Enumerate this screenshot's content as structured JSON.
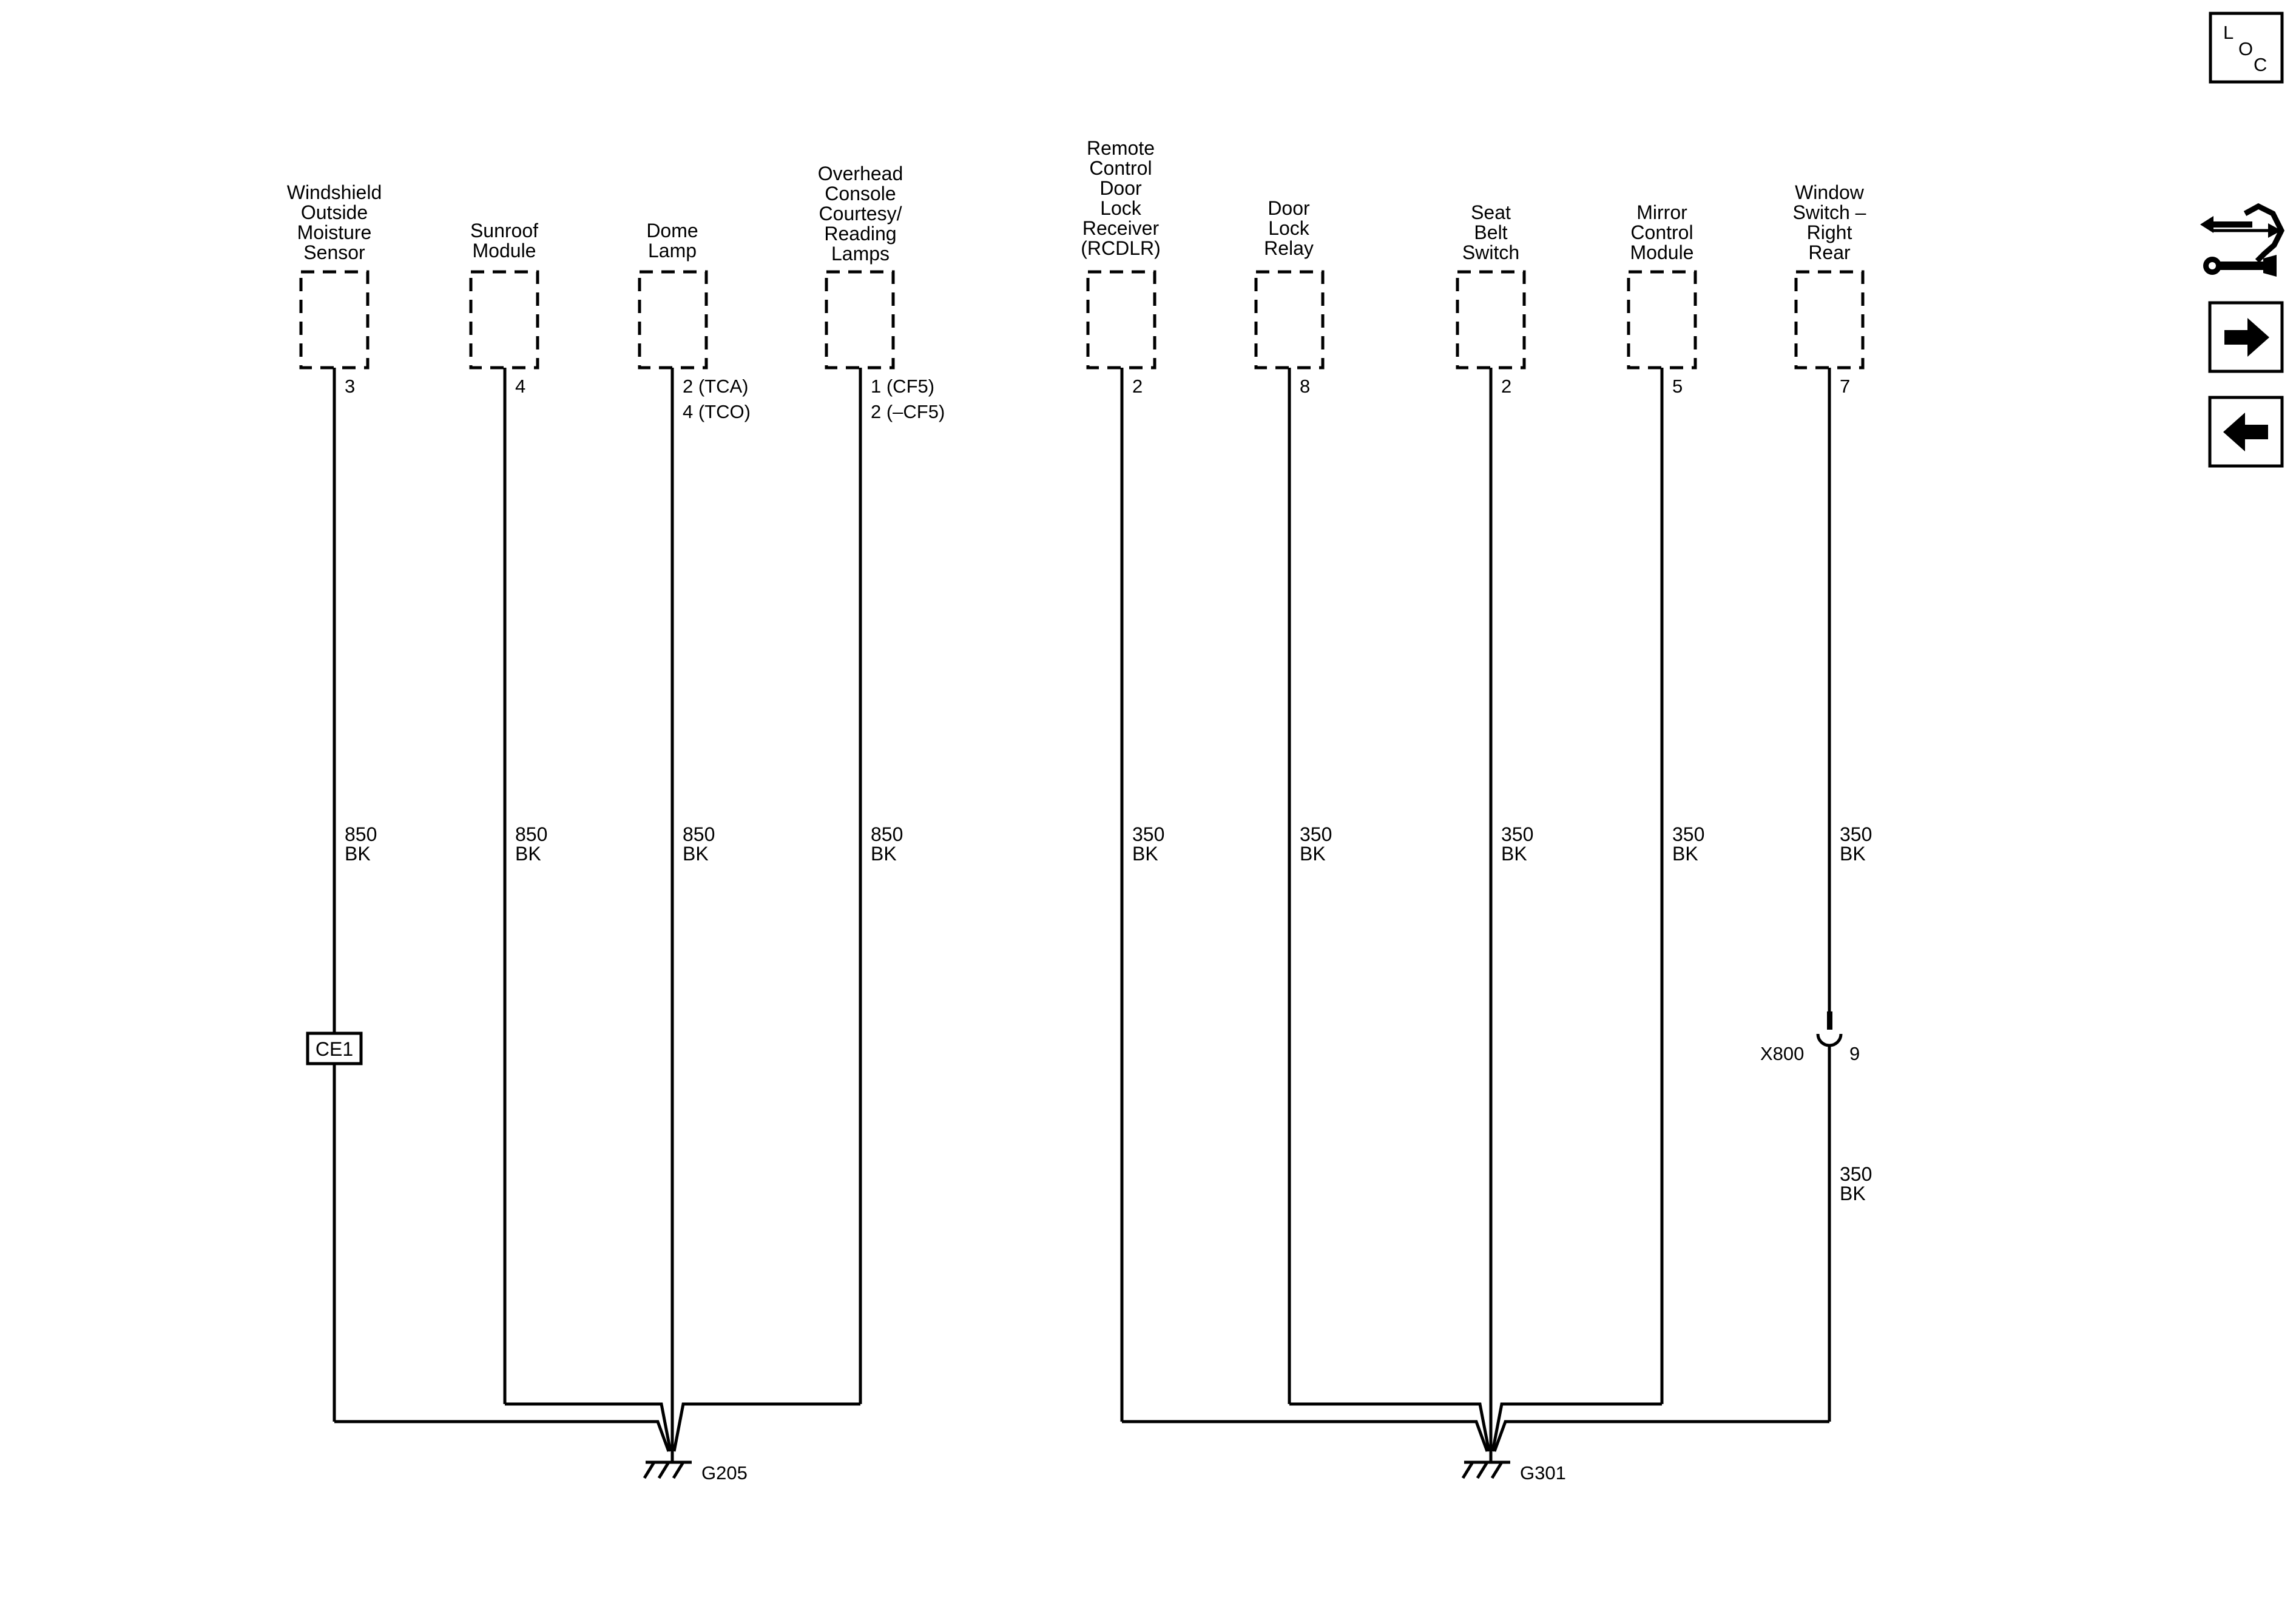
{
  "components": [
    {
      "id": "windshield",
      "lines": [
        "Windshield",
        "Outside",
        "Moisture",
        "Sensor"
      ],
      "pins": [
        "3"
      ],
      "wire": {
        "size": "850",
        "color": "BK"
      }
    },
    {
      "id": "sunroof",
      "lines": [
        "Sunroof",
        "Module"
      ],
      "pins": [
        "4"
      ],
      "wire": {
        "size": "850",
        "color": "BK"
      }
    },
    {
      "id": "dome",
      "lines": [
        "Dome",
        "Lamp"
      ],
      "pins": [
        "2 (TCA)",
        "4 (TCO)"
      ],
      "wire": {
        "size": "850",
        "color": "BK"
      }
    },
    {
      "id": "overhead",
      "lines": [
        "Overhead",
        "Console",
        "Courtesy/",
        "Reading",
        "Lamps"
      ],
      "pins": [
        "1 (CF5)",
        "2 (–CF5)"
      ],
      "wire": {
        "size": "850",
        "color": "BK"
      }
    },
    {
      "id": "rcdlr",
      "lines": [
        "Remote",
        "Control",
        "Door",
        "Lock",
        "Receiver",
        "(RCDLR)"
      ],
      "pins": [
        "2"
      ],
      "wire": {
        "size": "350",
        "color": "BK"
      }
    },
    {
      "id": "doorlock",
      "lines": [
        "Door",
        "Lock",
        "Relay"
      ],
      "pins": [
        "8"
      ],
      "wire": {
        "size": "350",
        "color": "BK"
      }
    },
    {
      "id": "seatbelt",
      "lines": [
        "Seat",
        "Belt",
        "Switch"
      ],
      "pins": [
        "2"
      ],
      "wire": {
        "size": "350",
        "color": "BK"
      }
    },
    {
      "id": "mirror",
      "lines": [
        "Mirror",
        "Control",
        "Module"
      ],
      "pins": [
        "5"
      ],
      "wire": {
        "size": "350",
        "color": "BK"
      }
    },
    {
      "id": "window",
      "lines": [
        "Window",
        "Switch –",
        "Right",
        "Rear"
      ],
      "pins": [
        "7"
      ],
      "wire": {
        "size": "350",
        "color": "BK"
      }
    }
  ],
  "splice": "CE1",
  "connector": {
    "name": "X800",
    "pin": "9",
    "wire": {
      "size": "350",
      "color": "BK"
    }
  },
  "grounds": [
    "G205",
    "G301"
  ],
  "nav": {
    "loc": [
      "L",
      "O",
      "C"
    ],
    "service_icon": "connector-wrench-icon",
    "next_icon": "arrow-right-icon",
    "prev_icon": "arrow-left-icon"
  }
}
